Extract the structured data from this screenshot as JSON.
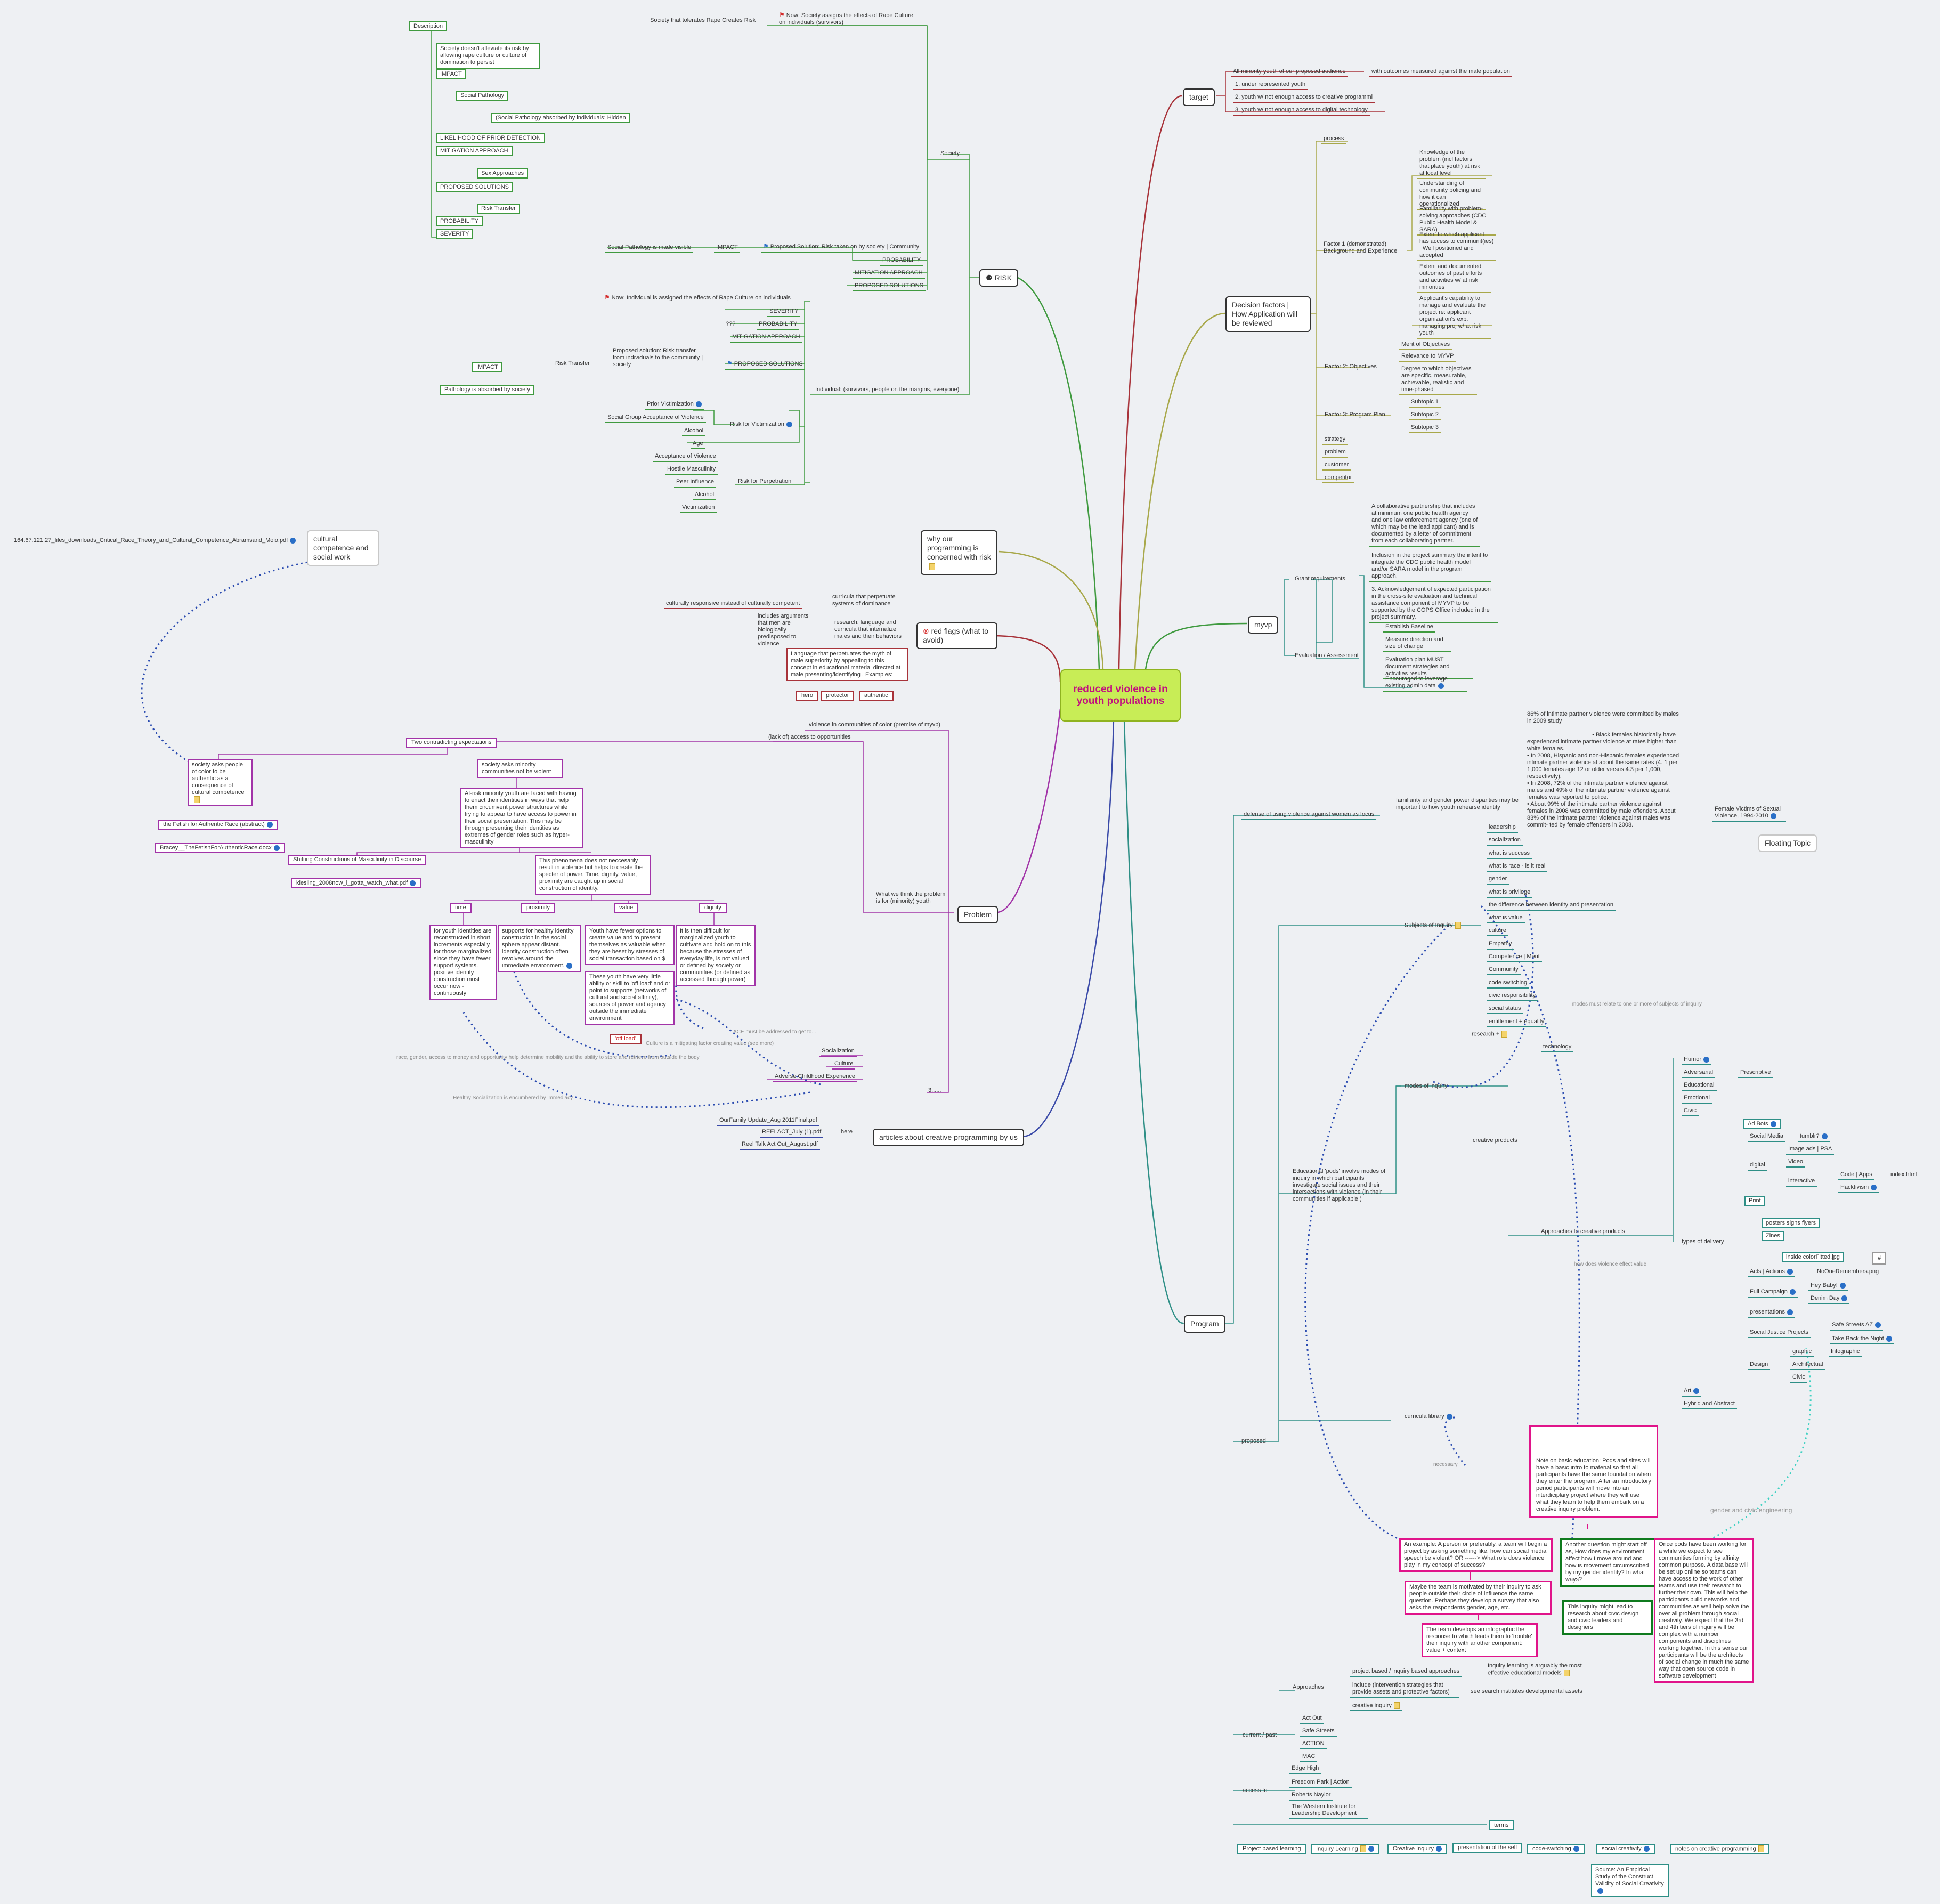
{
  "central_topic": "reduced violence in youth populations",
  "floating_topic": "Floating Topic",
  "branches": {
    "risk": {
      "label": "RISK",
      "society": {
        "label": "Society",
        "tolerates": "Society that tolerates Rape Creates Risk",
        "now": "Now: Society assigns the effects  of Rape Culture on individuals (survivors)",
        "description": "Description",
        "description_text": "Society doesn't alleviate its risk by allowing rape culture or culture of domination to persist",
        "impact": "IMPACT",
        "social_pathology": "Social Pathology",
        "hidden": "(Social Pathology absorbed by individuals:  Hidden",
        "likelihood": "LIKELIHOOD OF PRIOR DETECTION",
        "mitigation": "MITIGATION APPROACH",
        "sex_approaches": "Sex Approaches",
        "proposed": "PROPOSED SOLUTIONS",
        "risk_transfer": "Risk Transfer",
        "probability": "PROBABILITY",
        "severity": "SEVERITY",
        "made_visible": "Social Pathology is made visible",
        "impact2": "IMPACT",
        "proposed_solution": "Proposed Solution: Risk taken on by society | Community",
        "probability2": "PROBABILITY",
        "mitigation2": "MITIGATION APPROACH",
        "proposed2": "PROPOSED SOLUTIONS"
      },
      "individual": {
        "label": "Individual: (survivors, people on the margins, everyone)",
        "now": "Now: Individual is assigned the effects  of Rape Culture on individuals",
        "severity": "SEVERITY",
        "q": "???",
        "probability": "PROBABILITY",
        "mitigation": "MITIGATION APPROACH",
        "proposed_solution": "Proposed solution: Risk transfer from individuals to the community | society",
        "risk_transfer": "Risk Transfer",
        "impact": "IMPACT",
        "absorbed": "Pathology is absorbed by society",
        "proposed": "PROPOSED SOLUTIONS",
        "victimization": "Risk for Victimization",
        "vict_items": [
          "Prior Victimization",
          "Social Group Acceptance of Violence",
          "Alcohol",
          "Age"
        ],
        "perpetration": "Risk for Perpetration",
        "perp_items": [
          "Acceptance of Violence",
          "Hostile Masculinity",
          "Peer Influence",
          "Alcohol",
          "Victimization"
        ]
      }
    },
    "why": "why our programming is concerned with risk",
    "red_flags": {
      "label": "red flags (what to avoid)",
      "culturally": "culturally responsive instead of culturally competent",
      "curricula": "curricula that perpetuate systems of dominance",
      "includes": "includes arguments that men are biologically predisposed to violence",
      "research": "research, language and curricula that internalize males and their behaviors",
      "language": "Language that perpetuates the myth of male superiority by appealing to this concept in educational material directed at male presenting/identifying . Examples:",
      "examples": [
        "hero",
        "protector",
        "authentic"
      ]
    },
    "cultural": {
      "label": "cultural competence and social work",
      "file": "164.67.121.27_files_downloads_Critical_Race_Theory_and_Cultural_Competence_Abramsand_Moio.pdf"
    },
    "problem": {
      "label": "Problem",
      "what_we_think": "What we think the problem is for (minority) youth",
      "violence": "violence in communities of color (premise of myvp)",
      "lack": "(lack of) access to opportunities",
      "two": "Two contradicting expectations",
      "society_asks_people": "society asks people of color to be authentic as a consequence of cultural competence",
      "society_asks_minority": "society asks minority communities not be violent",
      "fetish": "the Fetish for Authentic Race (abstract)",
      "bracey": "Bracey__TheFetishForAuthenticRace.docx",
      "shifting": "Shifting Constructions of Masculinity in Discourse",
      "kiesling": "kiesling_2008now_i_gotta_watch_what.pdf",
      "at_risk": "At-risk minority youth are faced with having to enact their identities in ways that help them circumvent power structures while trying to appear to have access to power in their social presentation. This may be through presenting their identities as extremes of gender roles such as hyper-masculinity",
      "phenomena": "This phenomena does not neccesarily result in violence but helps to create the specter of power. Time, dignity, value, proximity are caught up in social construction of identity.",
      "time": "time",
      "proximity": "proximity",
      "value": "value",
      "dignity": "dignity",
      "time_text": "for youth identities are reconstructed in short increments especially for those marginalized since they have fewer support systems. positive identity construction must occur now - continuously",
      "proximity_text": "supports for healthy identity construction in the social sphere appear distant. identity construction often revolves around the immediate environment.",
      "value_text": "Youth have fewer options to create value and to present themselves as valuable when they are beset by stresses of social transaction based on $",
      "value_text2": "These youth have very little ability or skill to 'off load' and or point to supports (networks of cultural and social affinity), sources of power and agency outside the immediate environment",
      "dignity_text": "It is then difficult for marginalized youth to cultivate and hold on to this because the stresses of everyday life, is not valued or defined by society or communities (or defined as accessed through power)",
      "offload": "'off load'",
      "socialization": "Socialization",
      "culture": "Culture",
      "ace": "Adverse Childhood Experience",
      "three": "3......",
      "ace_note": "ACE must be addressed to get to...",
      "culture_note": "Culture is a mitigating factor creating value (see more)",
      "race_note": "race, gender, access to money and opportunity help determine mobility and the ability to store and retrieve from outside the body",
      "healthy_note": "Healthy Socialization is encumbered by immediacy"
    },
    "articles": {
      "label": "articles about creative programming by us",
      "here": "here",
      "files": [
        "OurFamily Update_Aug 2011Final.pdf",
        "REELACT_July (1).pdf",
        "Reel Talk Act Out_August.pdf"
      ]
    },
    "target": {
      "label": "target",
      "audience": "All minority youth of our proposed audience",
      "outcomes": "with outcomes measured against the male population",
      "items": [
        "1. under represented youth",
        "2. youth w/ not enough access to creative programmi",
        "3. youth w/ not enough access to digital technology"
      ]
    },
    "decision": {
      "label": "Decision factors | How Application will be reviewed",
      "process": "process",
      "factor1": "Factor 1 (demonstrated) Background and Experience",
      "factor1_items": [
        "Knowledge of the problem (incl factors that place youth) at risk at local level",
        "Understanding of community policing and how it can operationalized",
        "Familiarity with problem-solving approaches (CDC Public Health Model & SARA)",
        "Extent to which applicant has access to communit(ies) | Well positioned and accepted",
        "Extent and documented outcomes of past efforts and activities w/ at risk minorities",
        "Applicant's capability to manage and evaluate the project re: applicant organization's exp. managing proj w/ at risk youth"
      ],
      "factor2": "Factor 2: Objectives",
      "factor2_items": [
        "Merit of Objectives",
        "Relevance to MYVP",
        "Degree to which objectives are specific, measurable, achievable, realistic and time-phased"
      ],
      "factor3": "Factor 3:  Program Plan",
      "factor3_items": [
        "Subtopic 1",
        "Subtopic 2",
        "Subtopic 3"
      ],
      "other": [
        "strategy",
        "problem",
        "customer",
        "competitor"
      ]
    },
    "myvp": {
      "label": "myvp",
      "grant": "Grant requirements",
      "grant_items": [
        "A collaborative partnership that includes at minimum one public health agency and one law enforcement agency (one of which may be the lead applicant) and is documented by a letter of commitment from each collaborating partner.",
        "Inclusion in the project summary the intent to integrate the CDC public health model and/or SARA model in the program approach.",
        "3.      Acknowledgement of expected participation in the cross-site evaluation and technical assistance component of MYVP to be supported by the COPS Office included in the project summary."
      ],
      "evaluation": "Evaluation / Assessment",
      "eval_items": [
        "Establish Baseline",
        "Measure direction and size of change",
        "Evaluation plan MUST document strategies and activities results",
        "Encouraged to leverage existing admin data"
      ]
    },
    "program": {
      "label": "Program",
      "defense": "defense of using violence against women as focus",
      "familiarity": "familiarity and gender power disparities may be important to how youth rehearse identity",
      "stats": "86% of intimate partner violence were committed by males in 2009 study\n\n                                        • Black females historically have experienced intimate partner violence at rates higher than white females.\n• In 2008, Hispanic and non-Hispanic females experienced intimate partner violence at about the same rates (4. 1 per 1,000 females age 12 or older versus 4.3 per 1,000, respectively).\n• In 2008, 72% of the intimate partner violence against males and 49% of the intimate partner violence against females was reported to police.\n• About 99% of the intimate partner violence against females in 2008 was committed by male offenders. About 83% of the intimate partner violence against males was commit- ted by female offenders in 2008.",
      "female_victims": "Female Victims of Sexual Violence, 1994-2010",
      "subjects": "Subjects of Inquiry",
      "subject_items": [
        "leadership",
        "socialization",
        "what is success",
        "what is race - is it real",
        "gender",
        "what is privilege",
        "the difference between identity and presentation",
        "what is value",
        "culture",
        "Empathy",
        "Competence | Merit",
        "Community",
        "code switching",
        "civic responsibility",
        "social status",
        "entitlement + equality"
      ],
      "subjects_note": "modes must relate to one or more of subjects of inquiry",
      "modes": "modes of inquiry",
      "research": "research +",
      "technology": "technology",
      "creative": "creative products",
      "approaches_creative": "Approaches to creative products",
      "pods": "Educational 'pods' involve modes of inquiry in which participants investigate social issues and their intersections with violence (in their communities if applicable )",
      "types": "types of delivery",
      "genres": [
        "Humor",
        "Adversarial",
        "Educational",
        "Emotional",
        "Civic"
      ],
      "prescriptive": "Prescriptive",
      "ad_bots": "Ad Bots",
      "social_media": "Social Media",
      "tumblr": "tumblr?",
      "image_ads": "Image ads | PSA",
      "digital": "digital",
      "video": "Video",
      "interactive": "interactive",
      "code_apps": "Code | Apps",
      "index": "index.html",
      "hacktivism": "Hacktivism",
      "print": "Print",
      "posters": "posters signs flyers",
      "zines": "Zines",
      "inside_color": "inside colorFitted.jpg",
      "hash": "#",
      "acts": "Acts | Actions",
      "noone": "NoOneRemembers.png",
      "full_campaign": "Full Campaign",
      "hey_baby": "Hey Baby!",
      "denim_day": "Denim Day",
      "presentations": "presentations",
      "sjp": "Social Justice Projects",
      "safe_streets": "Safe Streets AZ",
      "take_back": "Take Back the Night",
      "design": "Design",
      "graphic": "graphic",
      "infographic": "Infographic",
      "architectual": "Architectual",
      "civic2": "Civic",
      "art": "Art",
      "hybrid": "Hybrid and Abstract",
      "violence_value": "how does violence effect value",
      "curricula": "curricula library",
      "necessary": "necessary",
      "proposed": "proposed",
      "note_basic": "Note on basic education: Pods and sites will have a basic intro to material so that all participants have the same foundation when they enter the program. After an introductory period participants will move into an interdiciplary project where they will use what they learn to help them embark  on a creative inquiry problem.",
      "example": "An example:  A person or preferably, a team will begin a project by asking something like, how can  social media speech be violent?  OR ------> What role does violence play in my concept of success?",
      "another": "Another question might start off as, How does my environment affect how I move around and how is movement circumscribed by my gender identity? In what ways?",
      "inquiry_lead": "This inquiry might lead to research about civic design and civic leaders and designers",
      "once_pods": "Once pods have been working for a while we expect to see communities forming by affinity common purpose. A data base will be set up online so teams can have access to the work of other teams and use their research to further their own. This will help the participants build networks and communities as well help solve the over all problem through social creativity. We expect that the 3rd and 4th tiers of inquiry will be complex with a number components and disciplines working together. In this sense our participants will be the architects of social change in much the same way that open source code in software development",
      "gender_civic": "gender and civic engineering",
      "maybe": "Maybe the team is motivated by their inquiry to ask people outside their circle of influence the same question. Perhaps they develop a survey that also asks the respondents gender, age, etc.",
      "infographic_note": "The team develops an infographic the response to which leads them to 'trouble' their inquiry with another component: value + context",
      "approaches": "Approaches",
      "project_based": "project based / inquiry based approaches",
      "inquiry_learning": "Inquiry learning is arguably the most effective educational models",
      "include": "include (intervention strategies that provide assets and protective factors)",
      "see_search": "see search institutes developmental assets",
      "creative_inquiry": "creative inquiry",
      "current": "current / past",
      "current_items": [
        "Act Out",
        "Safe Streets",
        "ACTION",
        "MAC"
      ],
      "access": "access to",
      "access_items": [
        "Edge High",
        "Freedom Park | Action",
        "Roberts Naylor",
        "The Western Institute for Leadership Development"
      ],
      "terms": "terms",
      "term_items": [
        "Project based learning",
        "Inquiry Learning",
        "Creative Inquiry",
        "presentation of the self",
        "code-switching",
        "social creativity",
        "notes on creative programming"
      ],
      "source": "Source: An Empirical Study of the Construct Validity of Social Creativity"
    }
  },
  "colors": {
    "risk": "#3f9a3f",
    "problem": "#a234a8",
    "red_flags": "#a8333a",
    "decision": "#a8a84a",
    "program": "#2e8f86",
    "pink": "#e0148a",
    "articles": "#3a4aa8",
    "central": "#c8ed56"
  }
}
